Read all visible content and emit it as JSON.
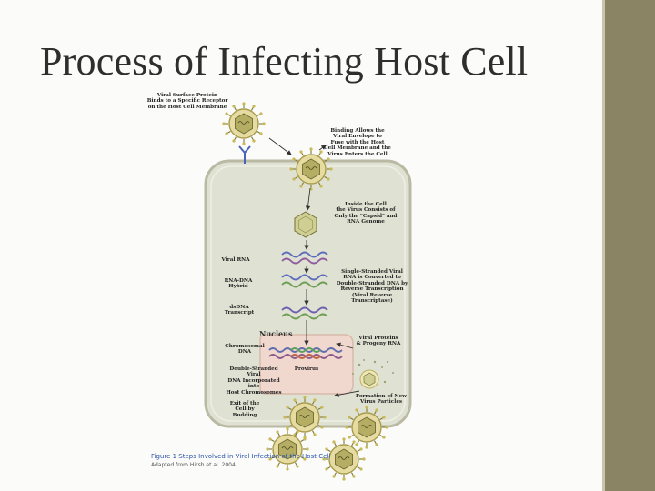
{
  "slide": {
    "title": "Process of Infecting Host Cell",
    "accent_bar_color": "#8a8465"
  },
  "figure": {
    "labels": {
      "binds": "Viral Surface Protein\nBinds to a Specific Receptor\non the Host Cell Membrane",
      "fuse": "Binding Allows the\nViral Envelope to\nFuse with the Host\nCell Membrane and the\nVirus Enters the Cell",
      "capsid": "Inside the Cell\nthe Virus Consists of\nOnly the \"Capsid\" and\nRNA Genome",
      "viral_rna": "Viral RNA",
      "rna_dna": "RNA-DNA\nHybrid",
      "dsdna": "dsDNA\nTranscript",
      "single_stranded": "Single-Stranded Viral\nRNA is Converted to\nDouble-Stranded DNA by\nReverse Transcription\n(Viral Reverse\nTranscriptase)",
      "nucleus": "Nucleus",
      "chromosomal": "Chromosomal\nDNA",
      "double_stranded": "Double-Stranded Viral\nDNA Incorporated into\nHost Chromosomes",
      "provirus": "Provirus",
      "viral_proteins": "Viral Proteins\n& Progeny RNA",
      "formation": "Formation of New\nVirus Particles",
      "exit": "Exit of the\nCell by Budding"
    },
    "caption": "Figure 1 Steps Involved in Viral Infection of the Host Cell",
    "credit": "Adapted from Hirsh et al. 2004",
    "colors": {
      "cell_fill": "#dfe2d2",
      "cell_border": "#b9b9a4",
      "nucleus_fill": "#f1d8ce",
      "virus_outer": "#d8c978",
      "virus_inner": "#9f9d54",
      "strand_blue": "#5c6dbd",
      "strand_purple": "#8e5b9f",
      "strand_green": "#6d9c52"
    }
  }
}
